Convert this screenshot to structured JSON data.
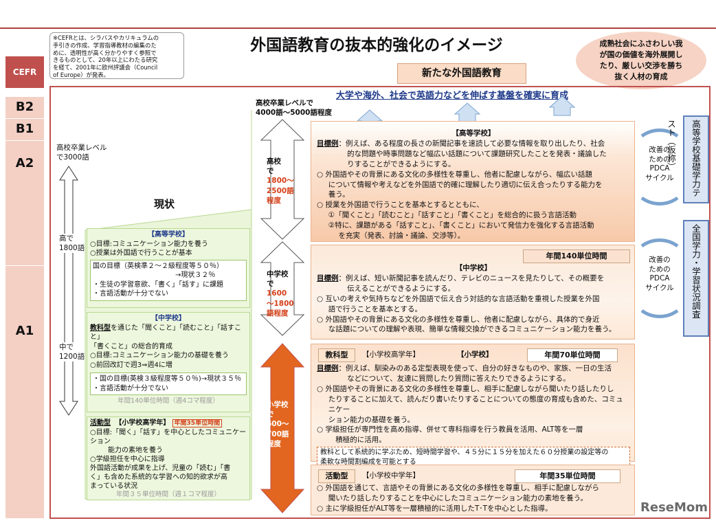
{
  "note": [
    "※CEFRとは、シラバスやカリキュラムの",
    "手引きの作成、学習指導教材の編集のた",
    "めに、透明性が高く分かりやすく参照で",
    "きるものとして、20年以上にわたる研究",
    "を経て、2001年に欧州評議会（Council",
    "of Europe）が発表。"
  ],
  "title": "外国語教育の抜本的強化のイメージ",
  "goal_bubble": [
    "成熟社会にふさわしい我",
    "が国の価値を海外展開し",
    "たり、厳しい交渉を勝ち",
    "抜く人材の育成"
  ],
  "cefr": {
    "header": "CEFR",
    "levels": [
      "B2",
      "B1",
      "A2",
      "A1"
    ]
  },
  "new_edu": "新たな外国語教育",
  "subtitle": "大学や海外、社会で英語力などを伸ばす基盤を確実に育成",
  "left_arrow": {
    "top1": "高校卒業レベル",
    "top2": "で3000語",
    "mid1": "高で",
    "mid2": "1800語",
    "low1": "中で",
    "low2": "1200語"
  },
  "genjo": "現状",
  "current": {
    "hs": {
      "head": "【高等学校】",
      "l1": "○目標:コミュニケーション能力を養う",
      "l2": "○授業は外国語で行うことが基本",
      "box": [
        "国の目標（英検準２～２級程度等５０％）",
        "→現状３２％",
        "・生徒の学習意欲、「書く」「話す」に課題",
        "・言語活動が十分でない"
      ]
    },
    "jhs": {
      "head": "【中学校】",
      "l1b": "教科型",
      "l1": "を通じた「聞くこと」「読むこと」「話すこと」",
      "l2": "「書くこと」の総合的育成",
      "l3": "○目標:コミュニケーション能力の基礎を養う",
      "l4": "○前回改訂で週3⇒週4に増",
      "box": [
        "・国の目標(英検３級程度等５０％)→現状３５％",
        "・言語活動が十分でない"
      ],
      "hours": "年間140単位時間（週4コマ程度）"
    },
    "es": {
      "lab": "活動型",
      "head": "【小学校高学年】",
      "hours": "年間35単位時間",
      "l1": "○目標:「聞く」「話す」を中心としたコミュニケーション",
      "l2": "能力の素地を養う",
      "l3": "○学級担任を中心に指導",
      "para": [
        "外国語活動が成果を上げ、児童の「読む」「書",
        "く」も含めた系統的な学習への知的欲求が高",
        "まっている状況"
      ],
      "hours2": "年間３５単位時間（週１コマ程度）"
    }
  },
  "mid": {
    "top1": "高校卒業レベルで",
    "top2": "4000語～5000語程度",
    "hs": {
      "a": "高校",
      "b": "で",
      "c": "1800～",
      "d": "2500語",
      "e": "程度"
    },
    "jhs": {
      "a": "中学校",
      "b": "で",
      "c": "1600",
      "d": "～1800",
      "e": "語程度"
    },
    "es": {
      "a": "小学校",
      "b": "で",
      "c": "600～",
      "d": "700語",
      "e": "程度"
    }
  },
  "new": {
    "hs": {
      "head": "【高等学校】",
      "goal_lab": "目標例",
      "l1": "：例えば、ある程度の長さの新聞記事を速読して必要な情報を取り出したり、社会",
      "l2": "的な問題や時事問題など幅広い話題について課題研究したことを発表・議論した",
      "l3": "りすることができるようにする。",
      "p1": "○  外国語やその背景にある文化の多様性を尊重し、他者に配慮しながら、幅広い話題",
      "p2": "について情報や考えなどを外国語で的確に理解したり適切に伝え合ったりする能力を",
      "p3": "養う。",
      "p4": "○  授業を外国語で行うことを基本とするとともに、",
      "p5": "①「聞くこと」「読むこと」「話すこと」「書くこと」を総合的に扱う言語活動",
      "p6": "②特に、課題がある「話すこと」、「書くこと」において発信力を強化する言語活動",
      "p7": "を充実（発表、討論・議論、交渉等）。"
    },
    "jhs": {
      "hours": "年間140単位時間",
      "head": "【中学校】",
      "goal_lab": "目標例",
      "l1": "：例えば、短い新聞記事を読んだり、テレビのニュースを見たりして、その概要を",
      "l2": "伝えることができるようにする。",
      "p1": "○  互いの考えや気持ちなどを外国語で伝え合う対話的な言語活動を重視した授業を外国",
      "p2": "語で行うことを基本とする。",
      "p3": "○  外国語やその背景にある文化の多様性を尊重し、他者に配慮しながら、具体的で身近",
      "p4": "な話題についての理解や表現、簡単な情報交換ができるコミュニケーション能力を養う。"
    },
    "es_hi": {
      "lab": "教科型",
      "head": "【小学校高学年】",
      "head2": "【小学校】",
      "hours": "年間70単位時間",
      "goal_lab": "目標例",
      "l1": "：例えば、馴染みのある定型表現を使って、自分の好きなものや、家族、一日の生活",
      "l2": "などについて、友達に質問したり質問に答えたりできるようにする。",
      "p1": "○  外国語やその背景にある文化の多様性を尊重し、相手に配慮しながら聞いたり話したりし",
      "p2": "たりすることに加えて、読んだり書いたりすることについての態度の育成も含めた、コミュニケー",
      "p3": "ション能力の基礎を養う。",
      "p4": "○  学級担任が専門性を高め指導、併せて専科指導を行う教員を活用、ALT等を一層",
      "p5": "積極的に活用。",
      "box": [
        "教科として系統的に学ぶため、短時間学習や、４５分に１５分を加えた６０分授業の設定等の",
        "柔軟な時間割編成を可能とする"
      ]
    },
    "es_mid": {
      "lab": "活動型",
      "head": "【小学校中学年】",
      "hours": "年間35単位時間",
      "p1": "○  外国語を通じて、言語やその背景にある文化の多様性を尊重し、相手に配慮しながら",
      "p2": "聞いたり話したりすることを中心にしたコミュニケーション能力の素地を養う。",
      "p3": "○  主に学級担任がALT等を一層積極的に活用したT･Tを中心とした指導。"
    }
  },
  "pdca": [
    "改善の",
    "ための",
    "PDCA",
    "サイクル"
  ],
  "right1": "高等学校基礎学力テスト（仮称）",
  "right2": "全国学力・学習状況調査",
  "logo": "ReseMom",
  "colors": {
    "accent_red": "#d4401a",
    "orange": "#e2661f",
    "navy": "#1f3a8a",
    "pink": "#f3cfc4",
    "green": "#edf7dd"
  }
}
